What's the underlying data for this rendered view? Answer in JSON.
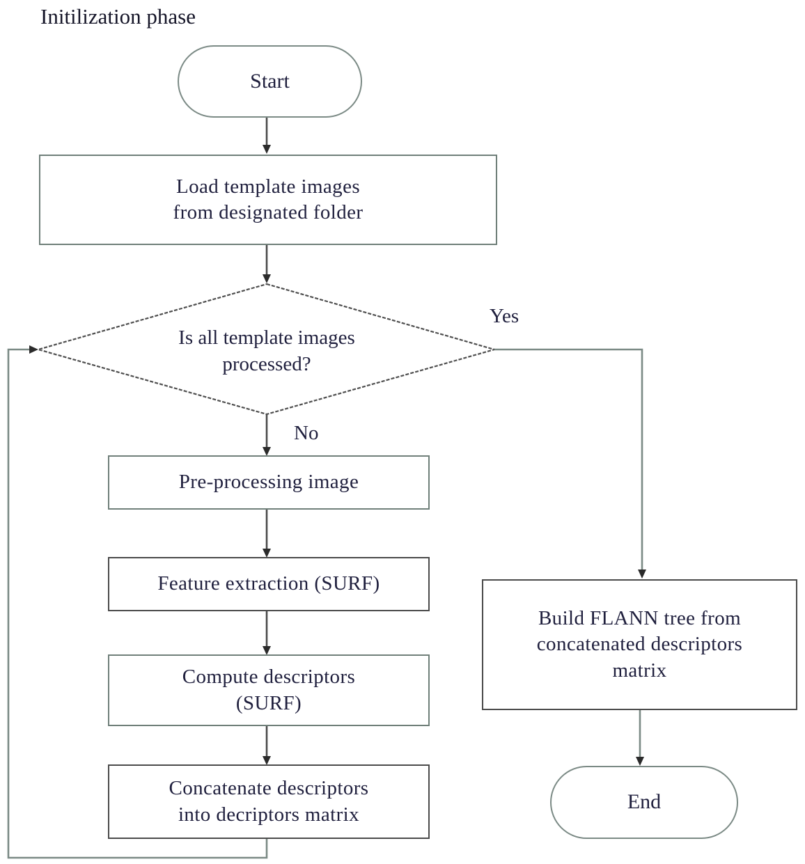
{
  "diagram": {
    "caption": "Initilization phase",
    "type": "flowchart",
    "nodes": [
      {
        "id": "start",
        "shape": "terminal",
        "label": "Start"
      },
      {
        "id": "load",
        "shape": "process",
        "line1": "Load template images",
        "line2": "from  designated folder"
      },
      {
        "id": "decision",
        "shape": "decision",
        "line1": "Is all template images",
        "line2": "processed?"
      },
      {
        "id": "preprocess",
        "shape": "process",
        "line1": "Pre-processing image"
      },
      {
        "id": "feature",
        "shape": "process",
        "line1": "Feature extraction (SURF)"
      },
      {
        "id": "compute",
        "shape": "process",
        "line1": "Compute descriptors",
        "line2": "(SURF)"
      },
      {
        "id": "concat",
        "shape": "process",
        "line1": "Concatenate descriptors",
        "line2": "into decriptors matrix"
      },
      {
        "id": "flann",
        "shape": "process",
        "line1": "Build FLANN tree from",
        "line2": "concatenated descriptors",
        "line3": "matrix"
      },
      {
        "id": "end",
        "shape": "terminal",
        "label": "End"
      }
    ],
    "edge_labels": {
      "yes": "Yes",
      "no": "No"
    },
    "colors": {
      "stroke": "#6f7f79",
      "stroke_dark": "#4a4a4a",
      "text": "#1f1f3d",
      "background": "#ffffff"
    }
  }
}
